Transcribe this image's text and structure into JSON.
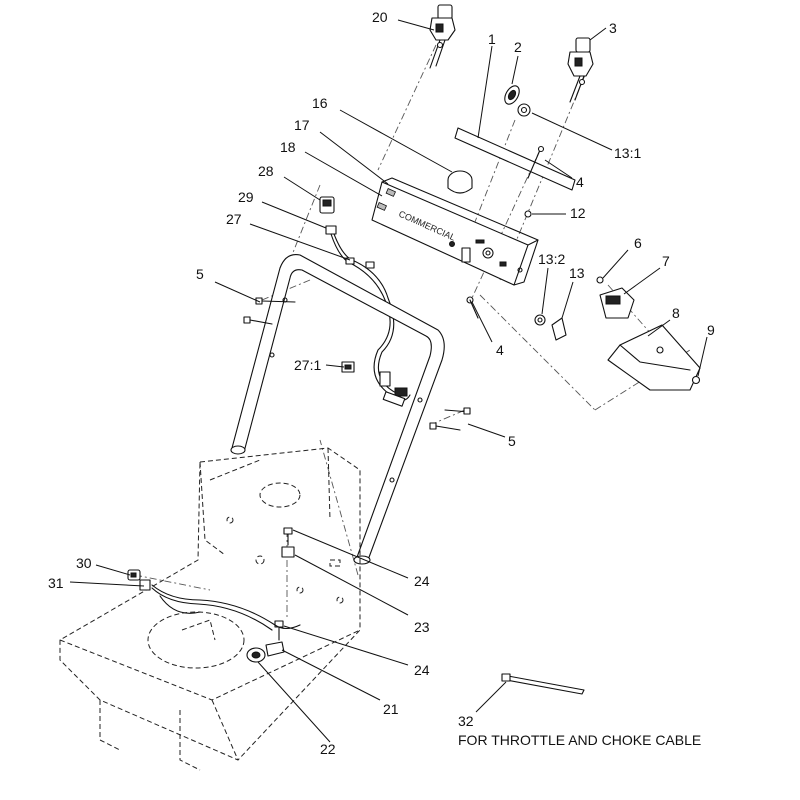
{
  "diagram": {
    "brand_text": "COMMERCIAL",
    "caption": "FOR THROTTLE AND CHOKE CABLE",
    "callouts": {
      "c1": "1",
      "c2": "2",
      "c3": "3",
      "c4a": "4",
      "c4b": "4",
      "c5a": "5",
      "c5b": "5",
      "c6": "6",
      "c7": "7",
      "c8": "8",
      "c9": "9",
      "c12": "12",
      "c13": "13",
      "c13_1": "13:1",
      "c13_2": "13:2",
      "c16": "16",
      "c17": "17",
      "c18": "18",
      "c20": "20",
      "c21": "21",
      "c22": "22",
      "c23": "23",
      "c24a": "24",
      "c24b": "24",
      "c27": "27",
      "c27_1": "27:1",
      "c28": "28",
      "c29": "29",
      "c30": "30",
      "c31": "31",
      "c32": "32"
    }
  }
}
